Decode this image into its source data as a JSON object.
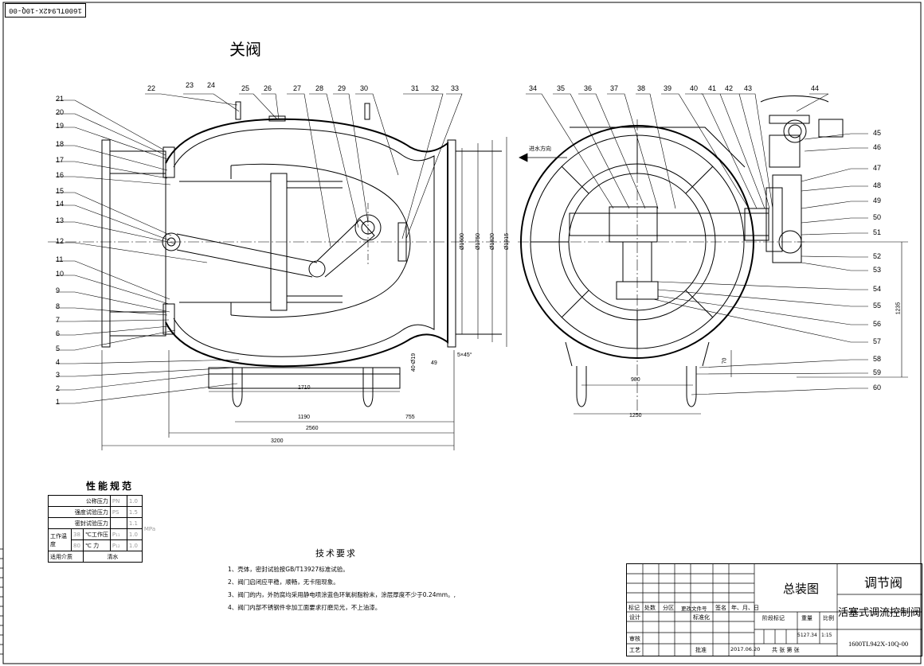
{
  "drawing_number_corner": "1600TL942X-10Q-00",
  "view_title": "关阀",
  "flow_label": "进水方向",
  "balloons_left": [
    "1",
    "2",
    "3",
    "4",
    "5",
    "6",
    "7",
    "8",
    "9",
    "10",
    "11",
    "12",
    "13",
    "14",
    "15",
    "16",
    "17",
    "18",
    "19",
    "20",
    "21"
  ],
  "balloons_top_left": [
    "22",
    "23",
    "24",
    "25",
    "26",
    "27",
    "28",
    "29",
    "30",
    "31",
    "32",
    "33"
  ],
  "balloons_top_right": [
    "34",
    "35",
    "36",
    "37",
    "38",
    "39",
    "40",
    "41",
    "42",
    "43",
    "44"
  ],
  "balloons_right": [
    "45",
    "46",
    "47",
    "48",
    "49",
    "50",
    "51",
    "52",
    "53",
    "54",
    "55",
    "56",
    "57",
    "58",
    "59",
    "60"
  ],
  "dimensions": {
    "d1600": "Ø1600",
    "d1750": "Ø1750",
    "d1820": "Ø1820",
    "d1915": "Ø1915",
    "d40_19": "40-Ø19",
    "d49": "49",
    "chamfer": "5×45°",
    "d1710": "1710",
    "d1190": "1190",
    "d755": "755",
    "d2560": "2560",
    "d3200": "3200",
    "d980": "980",
    "d1250": "1250",
    "d70": "70",
    "d1235": "1235"
  },
  "spec": {
    "title": "性能规范",
    "rows": [
      {
        "label": "公称压力",
        "symbol": "PN",
        "value": "1.0"
      },
      {
        "label": "强度试验压力",
        "symbol": "PS",
        "value": "1.5"
      },
      {
        "label": "密封试验压力",
        "symbol": "",
        "value": "1.1"
      }
    ],
    "unit": "MPa",
    "work_label": "工作温度",
    "work_row1_temp": "38",
    "work_row1_mid": "℃工作压",
    "work_row1_sym": "P₁₁",
    "work_row1_val": "1.0",
    "work_row2_temp": "80",
    "work_row2_mid": "℃ 力",
    "work_row2_sym": "P₁₂",
    "work_row2_val": "1.0",
    "medium_label": "适用介质",
    "medium_value": "清水"
  },
  "requirements": {
    "title": "技术要求",
    "items": [
      "1、壳体，密封试验按GB/T13927标准试验。",
      "2、阀门启闭应平稳，顺畅，无卡阻现象。",
      "3、阀门的内，外防腐均采用静电喷涂蓝色环氧树脂粉末，涂层厚度不少于0.24mm。,",
      "4、阀门内部不锈钢件非加工面要求打磨见光，不上油漆。"
    ]
  },
  "title_block": {
    "row_labels": [
      "标记",
      "处数",
      "分区",
      "更改文件号",
      "签名",
      "年、月、日"
    ],
    "design": "设计",
    "standard": "标准化",
    "check": "审核",
    "process": "工艺",
    "approve": "批准",
    "date": "2017.06.20",
    "drawing_name": "总装图",
    "stage": "阶段标记",
    "weight": "重量",
    "scale": "比例",
    "weight_value": "5127.34",
    "scale_value": "1:15",
    "sheets": "共    张  第    张",
    "product_type": "调节阀",
    "product_name": "活塞式调流控制阀",
    "drawing_number": "1600TL942X-10Q-00"
  }
}
